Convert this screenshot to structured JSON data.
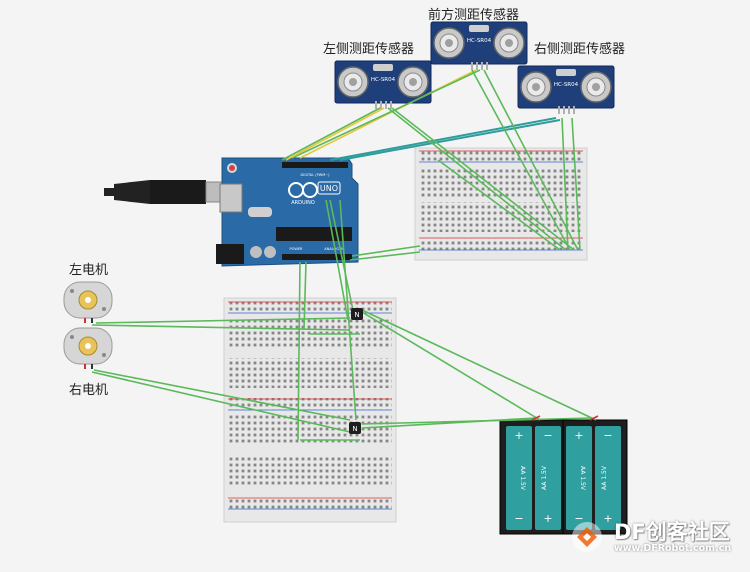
{
  "labels": {
    "front_sensor": "前方测距传感器",
    "left_sensor": "左侧测距传感器",
    "right_sensor": "右侧测距传感器",
    "left_motor": "左电机",
    "right_motor": "右电机"
  },
  "sensor_model": "HC-SR04",
  "arduino": {
    "brand": "ARDUINO",
    "model": "UNO",
    "digital_label": "DIGITAL (PWM~)",
    "power_label": "POWER",
    "analog_label": "ANALOG IN"
  },
  "transistor_mark": "N",
  "battery_label": "AA 1.5V",
  "battery_plus": "+",
  "battery_minus": "−",
  "watermark": {
    "brand": "DF创客社区",
    "url": "www.DFRobot.com.cn"
  },
  "colors": {
    "background": "#f4f4f4",
    "arduino_board": "#2a6aa6",
    "sensor_board": "#1f3f7a",
    "wire_green": "#5bb95b",
    "wire_teal": "#2f9c9c",
    "wire_yellow": "#e7c83a",
    "breadboard": "#e9e9e9",
    "battery_cell": "#2f9f9f"
  }
}
